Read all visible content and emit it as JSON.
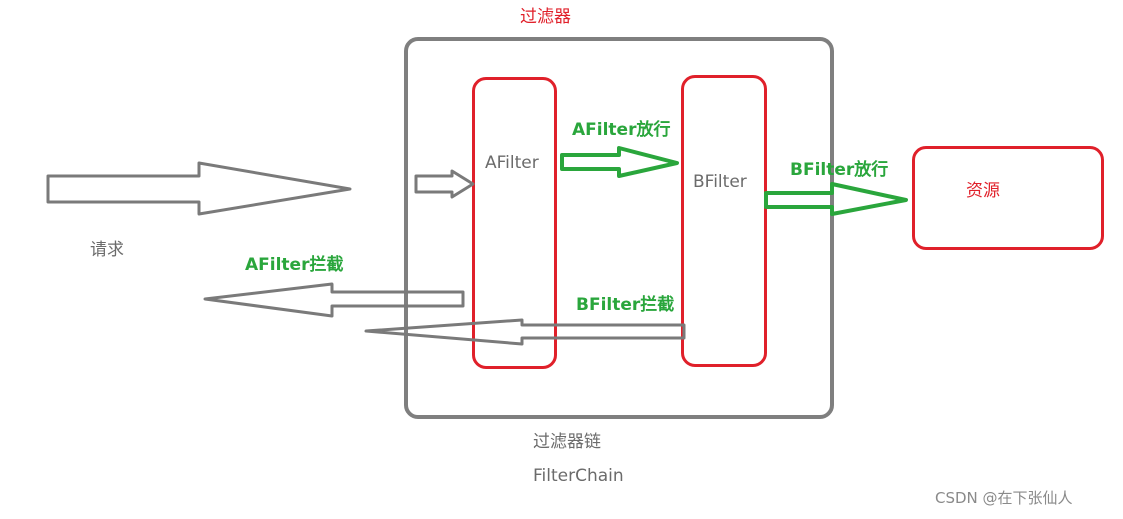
{
  "title": "过滤器",
  "request_label": "请求",
  "chain_label": "过滤器链",
  "chain_label_en": "FilterChain",
  "filter_a": "AFilter",
  "filter_b": "BFilter",
  "resource": "资源",
  "a_pass": "AFilter放行",
  "b_pass": "BFilter放行",
  "a_block": "AFilter拦截",
  "b_block": "BFilter拦截",
  "watermark": "CSDN @在下张仙人",
  "colors": {
    "red": "#e0202a",
    "green": "#2aa63c",
    "gray": "#7a7a7a"
  }
}
